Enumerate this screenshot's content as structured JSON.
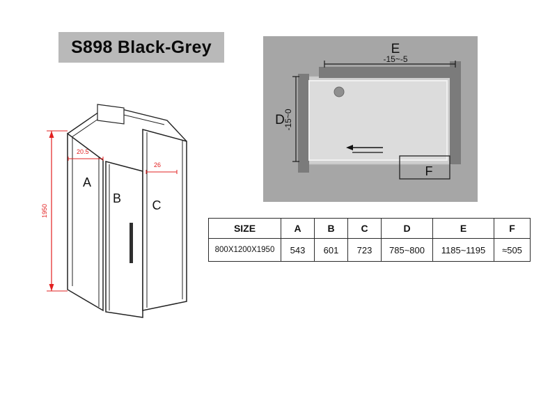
{
  "title": "S898 Black-Grey",
  "left_diagram": {
    "panel_a": "A",
    "panel_b": "B",
    "panel_c": "C",
    "dim_height": "1950",
    "dim_top": "20.5",
    "dim_right": "26"
  },
  "plan": {
    "e_label": "E",
    "e_range": "-15~-5",
    "d_label": "D",
    "d_range": "-15~0",
    "f_label": "F"
  },
  "table": {
    "headers": [
      "SIZE",
      "A",
      "B",
      "C",
      "D",
      "E",
      "F"
    ],
    "row": [
      "800X1200X1950",
      "543",
      "601",
      "723",
      "785~800",
      "1185~1195",
      "≈505"
    ]
  },
  "colors": {
    "dimension_red": "#e22020",
    "title_bg": "#b9b9b9",
    "plan_bg": "#a6a6a6",
    "wall_gray": "#7b7b7b",
    "tray_gray": "#dcdcdc"
  }
}
